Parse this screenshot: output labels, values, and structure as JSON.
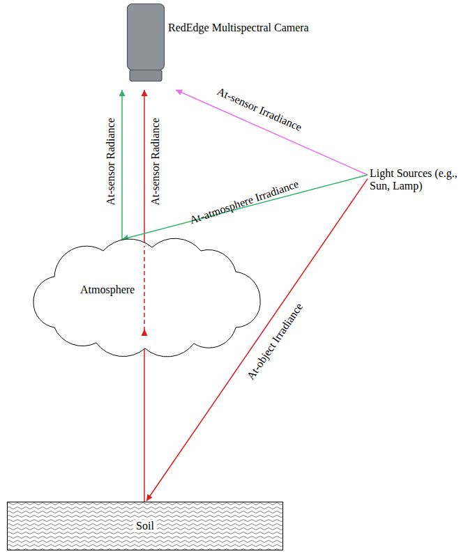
{
  "diagram": {
    "nodes": [
      {
        "text": [
          "RedEdge Multispectral Camera"
        ]
      },
      {
        "text": [
          "Light Sources (e.g., Sun, Lamp)"
        ]
      },
      {
        "text": [
          "Atmosphere"
        ]
      },
      {
        "text": [
          "Soil"
        ]
      }
    ],
    "edges": [
      {
        "from": 2,
        "to": 0,
        "label": "At-sensor Radiance",
        "arrow": "to"
      },
      {
        "from": 3,
        "to": 0,
        "label": "At-sensor Radiance",
        "arrow": "to"
      },
      {
        "from": 1,
        "to": 0,
        "label": "At-sensor Irradiance",
        "arrow": "to"
      },
      {
        "from": 1,
        "to": 2,
        "label": "At-atmosphere Irradiance",
        "arrow": "to"
      },
      {
        "from": 1,
        "to": 3,
        "label": "At-object Irradiance",
        "arrow": "to"
      }
    ]
  }
}
